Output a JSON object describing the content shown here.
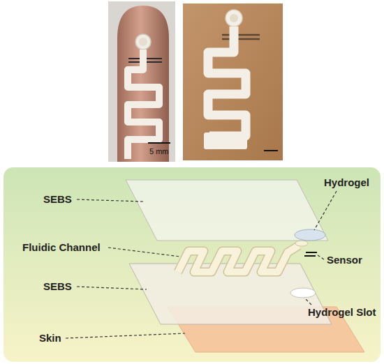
{
  "diagram": {
    "labels": [
      "5 mm",
      "SEBS",
      "Hydrogel",
      "Fluidic Channel",
      "Sensor",
      "SEBS",
      "Hydrogel Slot",
      "Skin"
    ]
  }
}
